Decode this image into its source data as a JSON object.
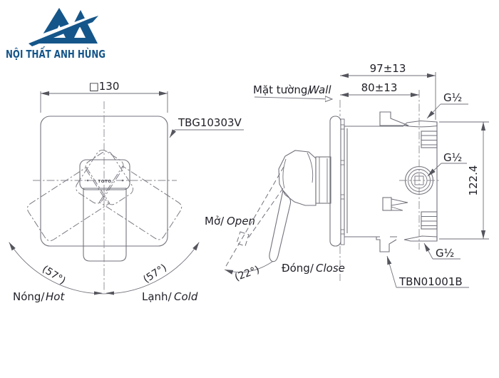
{
  "brand": {
    "name": "NỘI THẤT ANH HÙNG",
    "color": "#15568a"
  },
  "front_view": {
    "width_dim": "□130",
    "plate_code": "TBG10303V",
    "rotation_left": "(57°)",
    "rotation_right": "(57°)",
    "hot_vi": "Nóng/",
    "hot_en": "Hot",
    "cold_vi": "Lạnh/",
    "cold_en": "Cold",
    "handle_brand": "TOTO"
  },
  "side_view": {
    "wall_vi": "Mặt tường/",
    "wall_en": "Wall",
    "open_vi": "Mở/",
    "open_en": "Open",
    "close_vi": "Đóng/",
    "close_en": "Close",
    "open_angle": "(22°)",
    "depth_total": "97±13",
    "depth_to_axis": "80±13",
    "port_spacing": "122.4",
    "thread_top": "G½",
    "thread_middle": "G½",
    "thread_bottom": "G½",
    "valve_code": "TBN01001B"
  }
}
